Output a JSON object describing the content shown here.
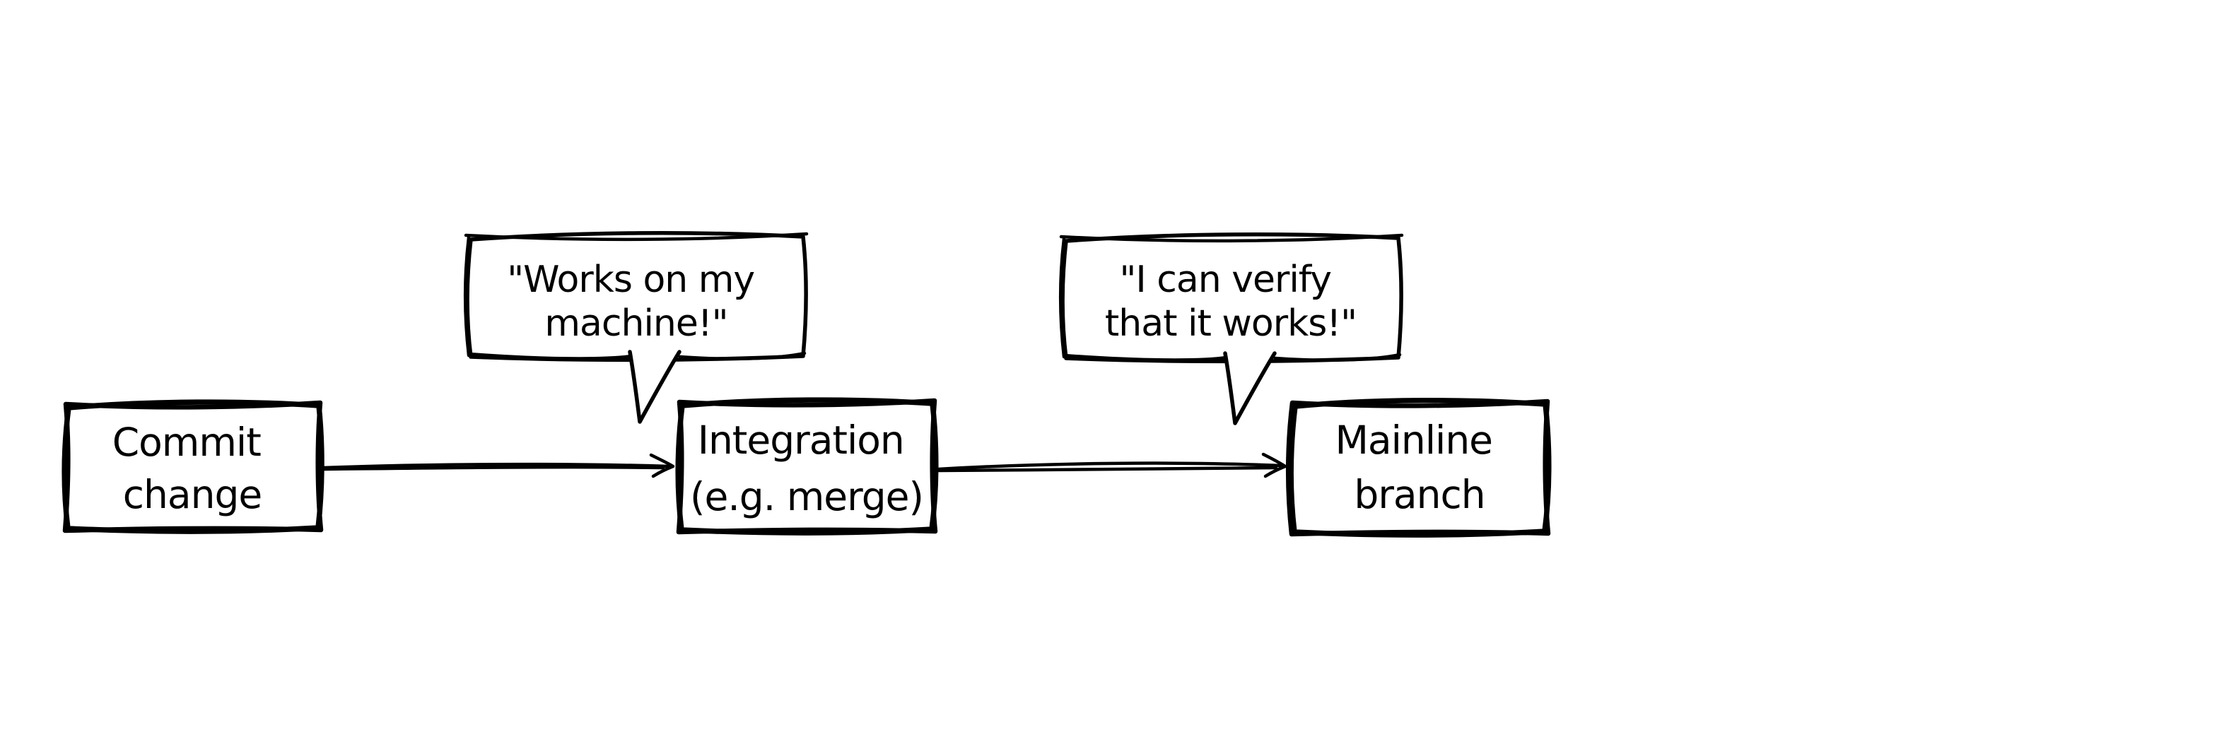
{
  "diagram": {
    "colors": {
      "background": "#ffffff",
      "ink": "#000000"
    },
    "nodes": [
      {
        "id": "commit-change",
        "lines": [
          "Commit",
          "change"
        ]
      },
      {
        "id": "integration",
        "lines": [
          "Integration",
          "(e.g. merge)"
        ]
      },
      {
        "id": "mainline-branch",
        "lines": [
          "Mainline",
          "branch"
        ]
      }
    ],
    "speech_bubbles": [
      {
        "id": "works-on-my-machine",
        "points_to": "integration",
        "lines": [
          "\"Works on my",
          "machine!\""
        ]
      },
      {
        "id": "i-can-verify",
        "points_to": "mainline-branch",
        "lines": [
          "\"I can verify",
          "that it works!\""
        ]
      }
    ],
    "arrows": [
      {
        "from": "commit-change",
        "to": "integration"
      },
      {
        "from": "integration",
        "to": "mainline-branch"
      }
    ]
  }
}
